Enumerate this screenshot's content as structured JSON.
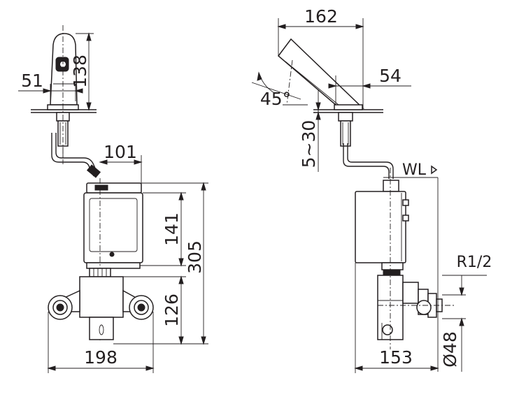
{
  "dimensions": {
    "front_spout_height": "138",
    "front_spout_width": "51",
    "front_offset": "101",
    "box_height": "141",
    "total_height": "305",
    "valve_height": "126",
    "base_width": "198",
    "side_spout_length": "162",
    "side_spout_reach": "54",
    "spout_angle": "45°",
    "counter_thickness": "5~30",
    "side_depth": "153",
    "outlet_diameter": "Ø48"
  },
  "labels": {
    "water_level": "WL",
    "thread_size": "R1/2"
  },
  "colors": {
    "line": "#231f20",
    "background": "#ffffff"
  }
}
